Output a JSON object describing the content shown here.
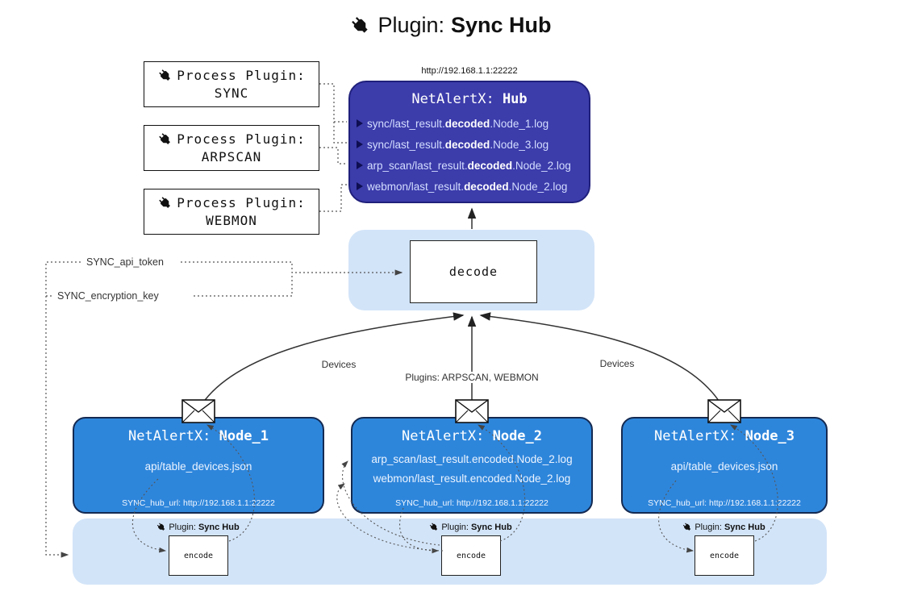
{
  "title": {
    "prefix": "Plugin:",
    "name": "Sync Hub"
  },
  "hub": {
    "url": "http://192.168.1.1:22222",
    "title_prefix": "NetAlertX:",
    "title_name": "Hub",
    "items": [
      {
        "pre": "sync/last_result.",
        "bold": "decoded",
        "post": ".Node_1.log"
      },
      {
        "pre": "sync/last_result.",
        "bold": "decoded",
        "post": ".Node_3.log"
      },
      {
        "pre": "arp_scan/last_result.",
        "bold": "decoded",
        "post": ".Node_2.log"
      },
      {
        "pre": "webmon/last_result.",
        "bold": "decoded",
        "post": ".Node_2.log"
      }
    ]
  },
  "process_plugins": [
    {
      "label": "Process Plugin:",
      "name": "SYNC"
    },
    {
      "label": "Process Plugin:",
      "name": "ARPSCAN"
    },
    {
      "label": "Process Plugin:",
      "name": "WEBMON"
    }
  ],
  "decode": {
    "label": "decode"
  },
  "tokens": {
    "api_token": "SYNC_api_token",
    "encryption_key": "SYNC_encryption_key"
  },
  "flow_labels": {
    "left": "Devices",
    "center": "Plugins: ARPSCAN, WEBMON",
    "right": "Devices"
  },
  "nodes": [
    {
      "title_prefix": "NetAlertX:",
      "title_name": "Node_1",
      "lines": [
        "api/table_devices.json"
      ],
      "footer": "SYNC_hub_url: http://192.168.1.1:22222"
    },
    {
      "title_prefix": "NetAlertX:",
      "title_name": "Node_2",
      "lines": [
        "arp_scan/last_result.encoded.Node_2.log",
        "webmon/last_result.encoded.Node_2.log"
      ],
      "footer": "SYNC_hub_url: http://192.168.1.1:22222"
    },
    {
      "title_prefix": "NetAlertX:",
      "title_name": "Node_3",
      "lines": [
        "api/table_devices.json"
      ],
      "footer": "SYNC_hub_url: http://192.168.1.1:22222"
    }
  ],
  "encode": {
    "label": "encode",
    "plugin_prefix": "Plugin:",
    "plugin_name": "Sync Hub"
  },
  "colors": {
    "hub": "#3c3cab",
    "node": "#2e86db",
    "panel": "#d2e4f8"
  }
}
